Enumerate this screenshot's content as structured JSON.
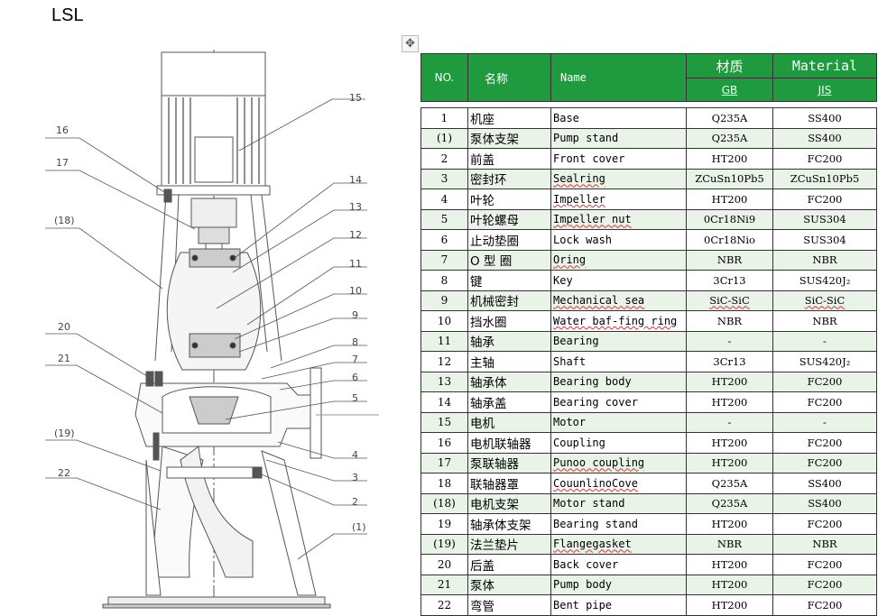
{
  "title": "LSL",
  "move_icon": "move-icon",
  "labels": [
    "15",
    "16",
    "17",
    "14",
    "13",
    "(18)",
    "12",
    "11",
    "10",
    "9",
    "20",
    "8",
    "21",
    "7",
    "6",
    "5",
    "(19)",
    "4",
    "3",
    "22",
    "2",
    "(1)"
  ],
  "table": {
    "headers": {
      "no": "NO.",
      "cn": "名称",
      "en": "Name",
      "material_cn": "材质",
      "material_en": "Material",
      "gb": "GB",
      "jis": "JIS"
    },
    "rows": [
      {
        "no": "1",
        "cn": "机座",
        "en": "Base",
        "gb": "Q235A",
        "jis": "SS400"
      },
      {
        "no": "(1)",
        "cn": "泵体支架",
        "en": "Pump stand",
        "gb": "Q235A",
        "jis": "SS400"
      },
      {
        "no": "2",
        "cn": "前盖",
        "en": "Front cover",
        "gb": "HT200",
        "jis": "FC200"
      },
      {
        "no": "3",
        "cn": "密封环",
        "en": "Sealring",
        "gb": "ZCuSn10Pb5",
        "jis": "ZCuSn10Pb5"
      },
      {
        "no": "4",
        "cn": "叶轮",
        "en": "Impeller",
        "gb": "HT200",
        "jis": "FC200"
      },
      {
        "no": "5",
        "cn": "叶轮螺母",
        "en": "Impeller nut",
        "gb": "0Cr18Ni9",
        "jis": "SUS304"
      },
      {
        "no": "6",
        "cn": "止动垫圈",
        "en": "Lock wash",
        "gb": "0Cr18Nio",
        "jis": "SUS304"
      },
      {
        "no": "7",
        "cn": "O 型 圈",
        "en": "Oring",
        "gb": "NBR",
        "jis": "NBR"
      },
      {
        "no": "8",
        "cn": "键",
        "en": "Key",
        "gb": "3Cr13",
        "jis": "SUS420J₂"
      },
      {
        "no": "9",
        "cn": "机械密封",
        "en": "Mechanical sea",
        "gb": "SiC-SiC",
        "jis": "SiC-SiC"
      },
      {
        "no": "10",
        "cn": "挡水圈",
        "en": "Water baf-fing ring",
        "gb": "NBR",
        "jis": "NBR"
      },
      {
        "no": "11",
        "cn": "轴承",
        "en": "Bearing",
        "gb": "-",
        "jis": "-"
      },
      {
        "no": "12",
        "cn": "主轴",
        "en": "Shaft",
        "gb": "3Cr13",
        "jis": "SUS420J₂"
      },
      {
        "no": "13",
        "cn": "轴承体",
        "en": "Bearing body",
        "gb": "HT200",
        "jis": "FC200"
      },
      {
        "no": "14",
        "cn": "轴承盖",
        "en": "Bearing cover",
        "gb": "HT200",
        "jis": "FC200"
      },
      {
        "no": "15",
        "cn": "电机",
        "en": "Motor",
        "gb": "-",
        "jis": "-"
      },
      {
        "no": "16",
        "cn": "电机联轴器",
        "en": "Coupling",
        "gb": "HT200",
        "jis": "FC200"
      },
      {
        "no": "17",
        "cn": "泵联轴器",
        "en": "Punoo coupling",
        "gb": "HT200",
        "jis": "FC200"
      },
      {
        "no": "18",
        "cn": "联轴器罩",
        "en": "CouunlinoCove",
        "gb": "Q235A",
        "jis": "SS400"
      },
      {
        "no": "(18)",
        "cn": "电机支架",
        "en": "Motor stand",
        "gb": "Q235A",
        "jis": "SS400"
      },
      {
        "no": "19",
        "cn": "轴承体支架",
        "en": "Bearing stand",
        "gb": "HT200",
        "jis": "FC200"
      },
      {
        "no": "(19)",
        "cn": "法兰垫片",
        "en": "Flangegasket",
        "gb": "NBR",
        "jis": "NBR"
      },
      {
        "no": "20",
        "cn": "后盖",
        "en": "Back cover",
        "gb": "HT200",
        "jis": "FC200"
      },
      {
        "no": "21",
        "cn": "泵体",
        "en": "Pump body",
        "gb": "HT200",
        "jis": "FC200"
      },
      {
        "no": "22",
        "cn": "弯管",
        "en": "Bent pipe",
        "gb": "HT200",
        "jis": "FC200"
      }
    ]
  }
}
